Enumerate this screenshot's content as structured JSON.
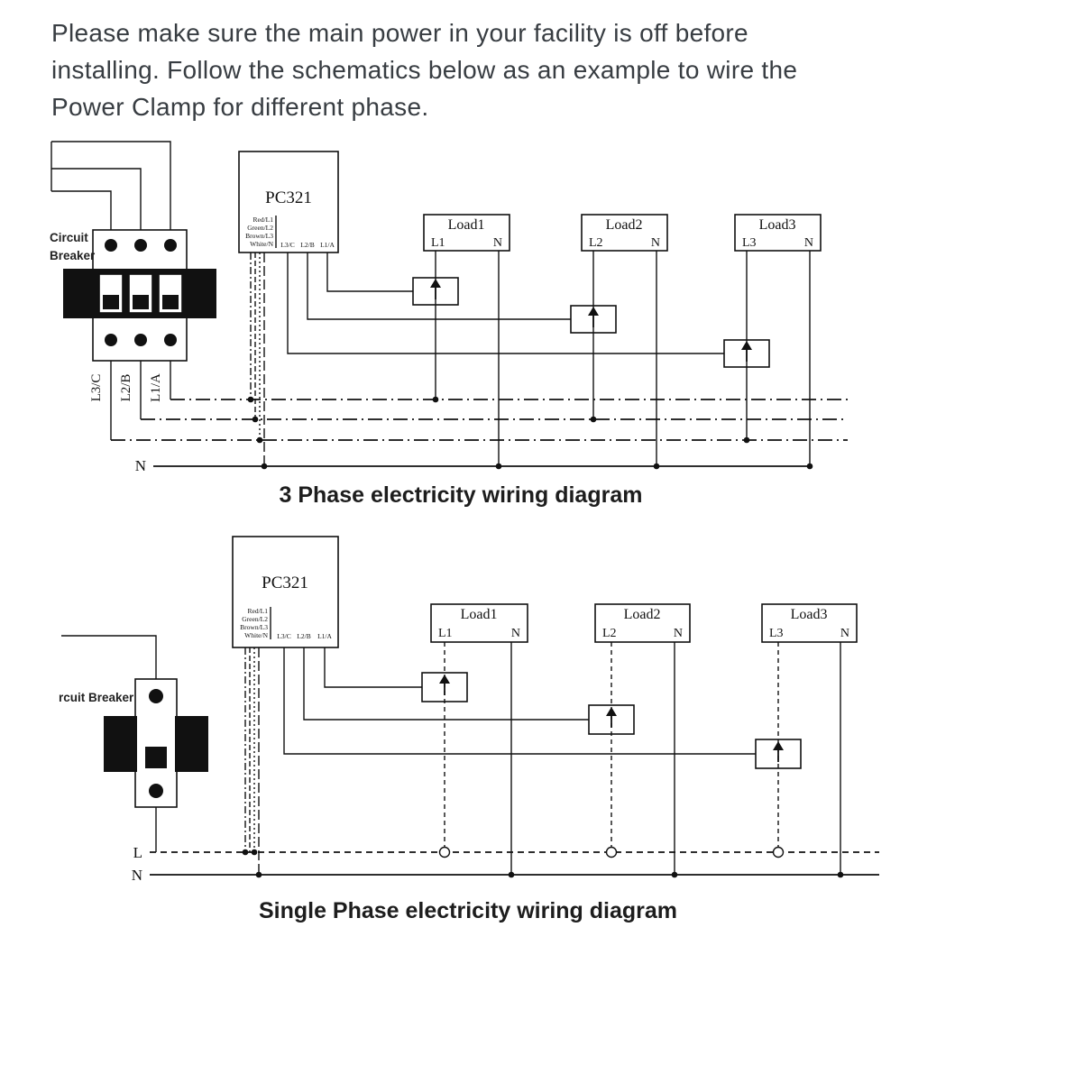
{
  "colors": {
    "ink": "#111111",
    "body_text": "#383d42"
  },
  "intro": {
    "line1": "Please make sure the main power in your facility is off before",
    "line2": "installing. Follow the schematics below as an example to wire the",
    "line3": "Power Clamp for different phase."
  },
  "three_phase": {
    "title": "3 Phase electricity wiring diagram",
    "breaker": {
      "line1": "Circuit",
      "line2": "Breaker"
    },
    "device": {
      "name": "PC321",
      "wire_labels": [
        "Red/L1",
        "Green/L2",
        "Brown/L3",
        "White/N"
      ],
      "terminals": [
        "L3/C",
        "L2/B",
        "L1/A"
      ]
    },
    "phase_labels": [
      "L3/C",
      "L2/B",
      "L1/A"
    ],
    "neutral_label": "N",
    "loads": [
      {
        "name": "Load1",
        "live": "L1",
        "neutral": "N"
      },
      {
        "name": "Load2",
        "live": "L2",
        "neutral": "N"
      },
      {
        "name": "Load3",
        "live": "L3",
        "neutral": "N"
      }
    ]
  },
  "single_phase": {
    "title": "Single Phase electricity wiring diagram",
    "breaker_label": "rcuit Breaker",
    "device": {
      "name": "PC321",
      "wire_labels": [
        "Red/L1",
        "Green/L2",
        "Brown/L3",
        "White/N"
      ],
      "terminals": [
        "L3/C",
        "L2/B",
        "L1/A"
      ]
    },
    "line_label": "L",
    "neutral_label": "N",
    "loads": [
      {
        "name": "Load1",
        "live": "L1",
        "neutral": "N"
      },
      {
        "name": "Load2",
        "live": "L2",
        "neutral": "N"
      },
      {
        "name": "Load3",
        "live": "L3",
        "neutral": "N"
      }
    ]
  }
}
